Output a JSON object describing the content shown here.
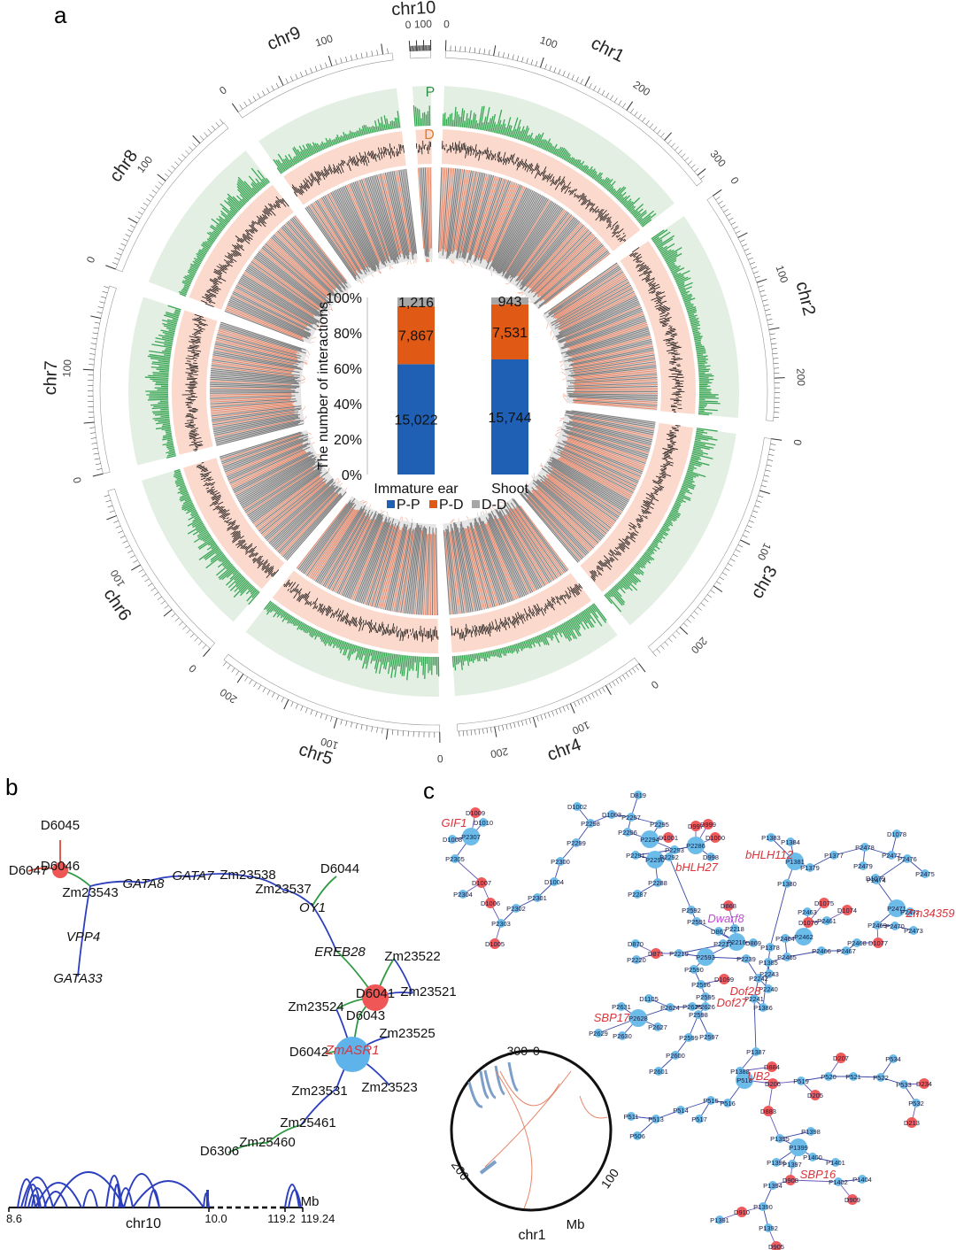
{
  "panels": {
    "a": "a",
    "b": "b",
    "c": "c"
  },
  "circos": {
    "chromosomes": [
      {
        "name": "chr1",
        "ticks": [
          "0",
          "100",
          "200",
          "300"
        ]
      },
      {
        "name": "chr2",
        "ticks": [
          "0",
          "100",
          "200"
        ]
      },
      {
        "name": "chr3",
        "ticks": [
          "0",
          "100",
          "200"
        ]
      },
      {
        "name": "chr4",
        "ticks": [
          "0",
          "100",
          "200"
        ]
      },
      {
        "name": "chr5",
        "ticks": [
          "0",
          "100",
          "200"
        ]
      },
      {
        "name": "chr6",
        "ticks": [
          "0",
          "100"
        ]
      },
      {
        "name": "chr7",
        "ticks": [
          "0",
          "100"
        ]
      },
      {
        "name": "chr8",
        "ticks": [
          "0",
          "100"
        ]
      },
      {
        "name": "chr9",
        "ticks": [
          "0",
          "100"
        ]
      },
      {
        "name": "chr10",
        "ticks": [
          "0",
          "100"
        ]
      }
    ],
    "track_labels": {
      "p": "P",
      "d": "D"
    },
    "colors": {
      "p_track": "#3aa655",
      "p_bg": "#e3efe3",
      "d_track": "#111111",
      "d_bg": "#fbd9cc",
      "link_grey": "#7d7d7d",
      "link_red": "#e8734f"
    }
  },
  "chart_data": {
    "type": "bar",
    "stacked": true,
    "categories": [
      "Immature ear",
      "Shoot"
    ],
    "series": [
      {
        "name": "P-P",
        "values": [
          15022,
          15744
        ],
        "labels": [
          "15,022",
          "15,744"
        ],
        "color": "#1f5fb4"
      },
      {
        "name": "P-D",
        "values": [
          7867,
          7531
        ],
        "labels": [
          "7,867",
          "7,531"
        ],
        "color": "#e05a16"
      },
      {
        "name": "D-D",
        "values": [
          1216,
          943
        ],
        "labels": [
          "1,216",
          "943"
        ],
        "color": "#a6a6a6"
      }
    ],
    "ylabel": "The number of interactions",
    "yticks": [
      "0%",
      "20%",
      "40%",
      "60%",
      "80%",
      "100%"
    ],
    "ylim": [
      0,
      100
    ],
    "legend": "bottom"
  },
  "network_b": {
    "nodes": [
      {
        "id": "D6045",
        "label": "D6045",
        "italic": false,
        "hub": "none"
      },
      {
        "id": "D6047",
        "label": "D6047",
        "italic": false,
        "hub": "none"
      },
      {
        "id": "D6046",
        "label": "D6046",
        "italic": false,
        "hub": "red"
      },
      {
        "id": "Zm23543",
        "label": "Zm23543",
        "italic": false,
        "hub": "none"
      },
      {
        "id": "GATA8",
        "label": "GATA8",
        "italic": true,
        "hub": "none"
      },
      {
        "id": "GATA7",
        "label": "GATA7",
        "italic": true,
        "hub": "none"
      },
      {
        "id": "Zm23538",
        "label": "Zm23538",
        "italic": false,
        "hub": "none"
      },
      {
        "id": "Zm23537",
        "label": "Zm23537",
        "italic": false,
        "hub": "none"
      },
      {
        "id": "D6044",
        "label": "D6044",
        "italic": false,
        "hub": "none"
      },
      {
        "id": "OY1",
        "label": "OY1",
        "italic": true,
        "hub": "none"
      },
      {
        "id": "VPP4",
        "label": "VPP4",
        "italic": true,
        "hub": "none"
      },
      {
        "id": "GATA33",
        "label": "GATA33",
        "italic": true,
        "hub": "none"
      },
      {
        "id": "EREB28",
        "label": "EREB28",
        "italic": true,
        "hub": "none"
      },
      {
        "id": "Zm23522",
        "label": "Zm23522",
        "italic": false,
        "hub": "none"
      },
      {
        "id": "D6041",
        "label": "D6041",
        "italic": false,
        "hub": "red"
      },
      {
        "id": "Zm23521",
        "label": "Zm23521",
        "italic": false,
        "hub": "none"
      },
      {
        "id": "Zm23524",
        "label": "Zm23524",
        "italic": false,
        "hub": "none"
      },
      {
        "id": "D6043",
        "label": "D6043",
        "italic": false,
        "hub": "none"
      },
      {
        "id": "Zm23525",
        "label": "Zm23525",
        "italic": false,
        "hub": "none"
      },
      {
        "id": "D6042",
        "label": "D6042",
        "italic": false,
        "hub": "none"
      },
      {
        "id": "ZmASR1",
        "label": "ZmASR1",
        "italic": true,
        "hub": "blue",
        "highlight": true
      },
      {
        "id": "Zm23531",
        "label": "Zm23531",
        "italic": false,
        "hub": "none"
      },
      {
        "id": "Zm23523",
        "label": "Zm23523",
        "italic": false,
        "hub": "none"
      },
      {
        "id": "Zm25461",
        "label": "Zm25461",
        "italic": false,
        "hub": "none"
      },
      {
        "id": "Zm25460",
        "label": "Zm25460",
        "italic": false,
        "hub": "none"
      },
      {
        "id": "D6306",
        "label": "D6306",
        "italic": false,
        "hub": "none"
      }
    ],
    "axis": {
      "left": "8.6",
      "mid_a": "10.0",
      "mid_b": "119.2",
      "right": "119.24",
      "unit": "Mb",
      "chrom": "chr10"
    }
  },
  "network_c": {
    "gene_labels": [
      "GIF1",
      "bHLH27",
      "bHLH112",
      "Zm34359",
      "Dwarf8",
      "Dof28",
      "Dof27",
      "SBP17",
      "UB2",
      "SBP16"
    ],
    "dwarf_color": "#c44bd6",
    "gene_color": "#d9343a",
    "node_labels": [
      "D1009",
      "D1010",
      "D1008",
      "P2307",
      "P2305",
      "D1007",
      "P2304",
      "D1006",
      "D1005",
      "P2303",
      "P2302",
      "P2301",
      "D1004",
      "P2300",
      "P2299",
      "P2298",
      "D1002",
      "D1003",
      "D819",
      "P2297",
      "P2295",
      "P2296",
      "P2294",
      "D1001",
      "P2293",
      "P2292",
      "P2291",
      "P2290",
      "P2288",
      "P2287",
      "P2286",
      "D997",
      "D999",
      "D1000",
      "D998",
      "P2592",
      "D868",
      "P2591",
      "D867",
      "P2218",
      "P2217",
      "P2216",
      "D869",
      "D870",
      "D871",
      "P2219",
      "P2220",
      "P2593",
      "P2239",
      "P2590",
      "P2596",
      "D1099",
      "P2595",
      "P2626",
      "P2625",
      "P2624",
      "D1105",
      "P2631",
      "P2628",
      "P2627",
      "P2629",
      "P2630",
      "P2598",
      "P2599",
      "P2597",
      "P2600",
      "P2601",
      "P1383",
      "P1384",
      "P1381",
      "P1380",
      "P1379",
      "P1377",
      "P1378",
      "P1385",
      "P1386",
      "P2465",
      "P2464",
      "P2462",
      "D1075",
      "D1076",
      "P2461",
      "D1074",
      "P2463",
      "P2466",
      "P2467",
      "P2468",
      "D1077",
      "P2469",
      "P2470",
      "P2471",
      "P2472",
      "P2473",
      "P2474",
      "P2475",
      "P2476",
      "P2477",
      "P2478",
      "P2479",
      "D1078",
      "D1079",
      "P2243",
      "P2242",
      "P2241",
      "P2240",
      "P1387",
      "P1388",
      "D884",
      "P518",
      "D206",
      "D207",
      "P519",
      "D205",
      "P520",
      "P521",
      "P522",
      "P534",
      "P533",
      "D234",
      "P532",
      "D213",
      "P515",
      "P516",
      "P514",
      "P513",
      "P511",
      "P506",
      "P517",
      "D883",
      "P1395",
      "P1396",
      "P1397",
      "P1398",
      "P1399",
      "P1400",
      "P1401",
      "D908",
      "P1402",
      "P1404",
      "D909",
      "P1394",
      "P1390",
      "P1391",
      "D910",
      "P1392",
      "D905"
    ],
    "inset": {
      "ticks": [
        "0",
        "100",
        "200",
        "300"
      ],
      "chrom": "chr1",
      "unit": "Mb"
    }
  }
}
